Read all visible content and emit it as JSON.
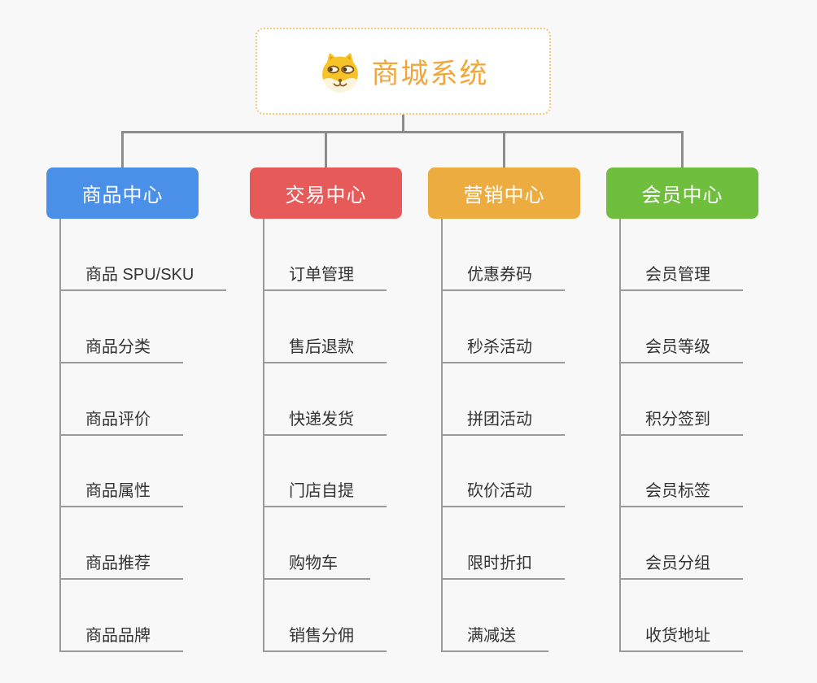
{
  "root": {
    "title": "商城系统",
    "icon": "shiba-dog-icon",
    "title_color": "#F0A63C",
    "border_color": "#F6C67D"
  },
  "branches": [
    {
      "label": "商品中心",
      "color": "#4A90E8",
      "children": [
        "商品 SPU/SKU",
        "商品分类",
        "商品评价",
        "商品属性",
        "商品推荐",
        "商品品牌"
      ]
    },
    {
      "label": "交易中心",
      "color": "#E65A5A",
      "children": [
        "订单管理",
        "售后退款",
        "快递发货",
        "门店自提",
        "购物车",
        "销售分佣"
      ]
    },
    {
      "label": "营销中心",
      "color": "#EDAC3F",
      "children": [
        "优惠券码",
        "秒杀活动",
        "拼团活动",
        "砍价活动",
        "限时折扣",
        "满减送"
      ]
    },
    {
      "label": "会员中心",
      "color": "#6FBE3E",
      "children": [
        "会员管理",
        "会员等级",
        "积分签到",
        "会员标签",
        "会员分组",
        "收货地址"
      ]
    }
  ],
  "connector_color": "#8C8C8C",
  "background_color": "#F8F8F8"
}
